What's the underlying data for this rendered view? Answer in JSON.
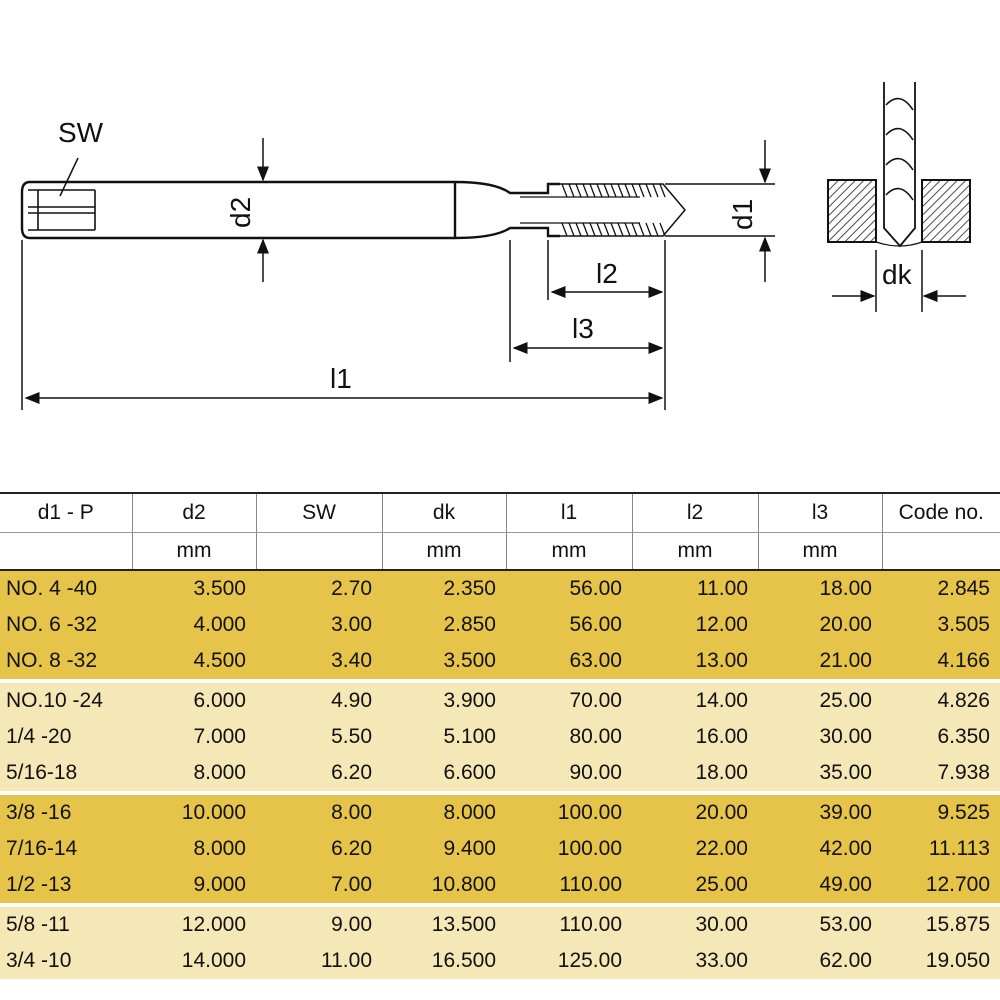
{
  "drawing": {
    "labels": {
      "sw": "SW",
      "d2": "d2",
      "d1": "d1",
      "l1": "l1",
      "l2": "l2",
      "l3": "l3",
      "dk": "dk"
    }
  },
  "table": {
    "columns": [
      "d1 - P",
      "d2",
      "SW",
      "dk",
      "l1",
      "l2",
      "l3",
      "Code no."
    ],
    "units": [
      "",
      "mm",
      "",
      "mm",
      "mm",
      "mm",
      "mm",
      ""
    ],
    "rows": [
      {
        "d1_p": "NO. 4 -40",
        "d2": "3.500",
        "sw": "2.70",
        "dk": "2.350",
        "l1": "56.00",
        "l2": "11.00",
        "l3": "18.00",
        "code": "2.845"
      },
      {
        "d1_p": "NO. 6 -32",
        "d2": "4.000",
        "sw": "3.00",
        "dk": "2.850",
        "l1": "56.00",
        "l2": "12.00",
        "l3": "20.00",
        "code": "3.505"
      },
      {
        "d1_p": "NO. 8 -32",
        "d2": "4.500",
        "sw": "3.40",
        "dk": "3.500",
        "l1": "63.00",
        "l2": "13.00",
        "l3": "21.00",
        "code": "4.166"
      },
      {
        "d1_p": "NO.10 -24",
        "d2": "6.000",
        "sw": "4.90",
        "dk": "3.900",
        "l1": "70.00",
        "l2": "14.00",
        "l3": "25.00",
        "code": "4.826"
      },
      {
        "d1_p": "1/4 -20",
        "d2": "7.000",
        "sw": "5.50",
        "dk": "5.100",
        "l1": "80.00",
        "l2": "16.00",
        "l3": "30.00",
        "code": "6.350"
      },
      {
        "d1_p": "5/16-18",
        "d2": "8.000",
        "sw": "6.20",
        "dk": "6.600",
        "l1": "90.00",
        "l2": "18.00",
        "l3": "35.00",
        "code": "7.938"
      },
      {
        "d1_p": "3/8 -16",
        "d2": "10.000",
        "sw": "8.00",
        "dk": "8.000",
        "l1": "100.00",
        "l2": "20.00",
        "l3": "39.00",
        "code": "9.525"
      },
      {
        "d1_p": "7/16-14",
        "d2": "8.000",
        "sw": "6.20",
        "dk": "9.400",
        "l1": "100.00",
        "l2": "22.00",
        "l3": "42.00",
        "code": "11.113"
      },
      {
        "d1_p": "1/2 -13",
        "d2": "9.000",
        "sw": "7.00",
        "dk": "10.800",
        "l1": "110.00",
        "l2": "25.00",
        "l3": "49.00",
        "code": "12.700"
      },
      {
        "d1_p": "5/8 -11",
        "d2": "12.000",
        "sw": "9.00",
        "dk": "13.500",
        "l1": "110.00",
        "l2": "30.00",
        "l3": "53.00",
        "code": "15.875"
      },
      {
        "d1_p": "3/4 -10",
        "d2": "14.000",
        "sw": "11.00",
        "dk": "16.500",
        "l1": "125.00",
        "l2": "33.00",
        "l3": "62.00",
        "code": "19.050"
      }
    ]
  },
  "colors": {
    "band_dark": "#e6c44a",
    "band_light": "#f6e8b6"
  }
}
